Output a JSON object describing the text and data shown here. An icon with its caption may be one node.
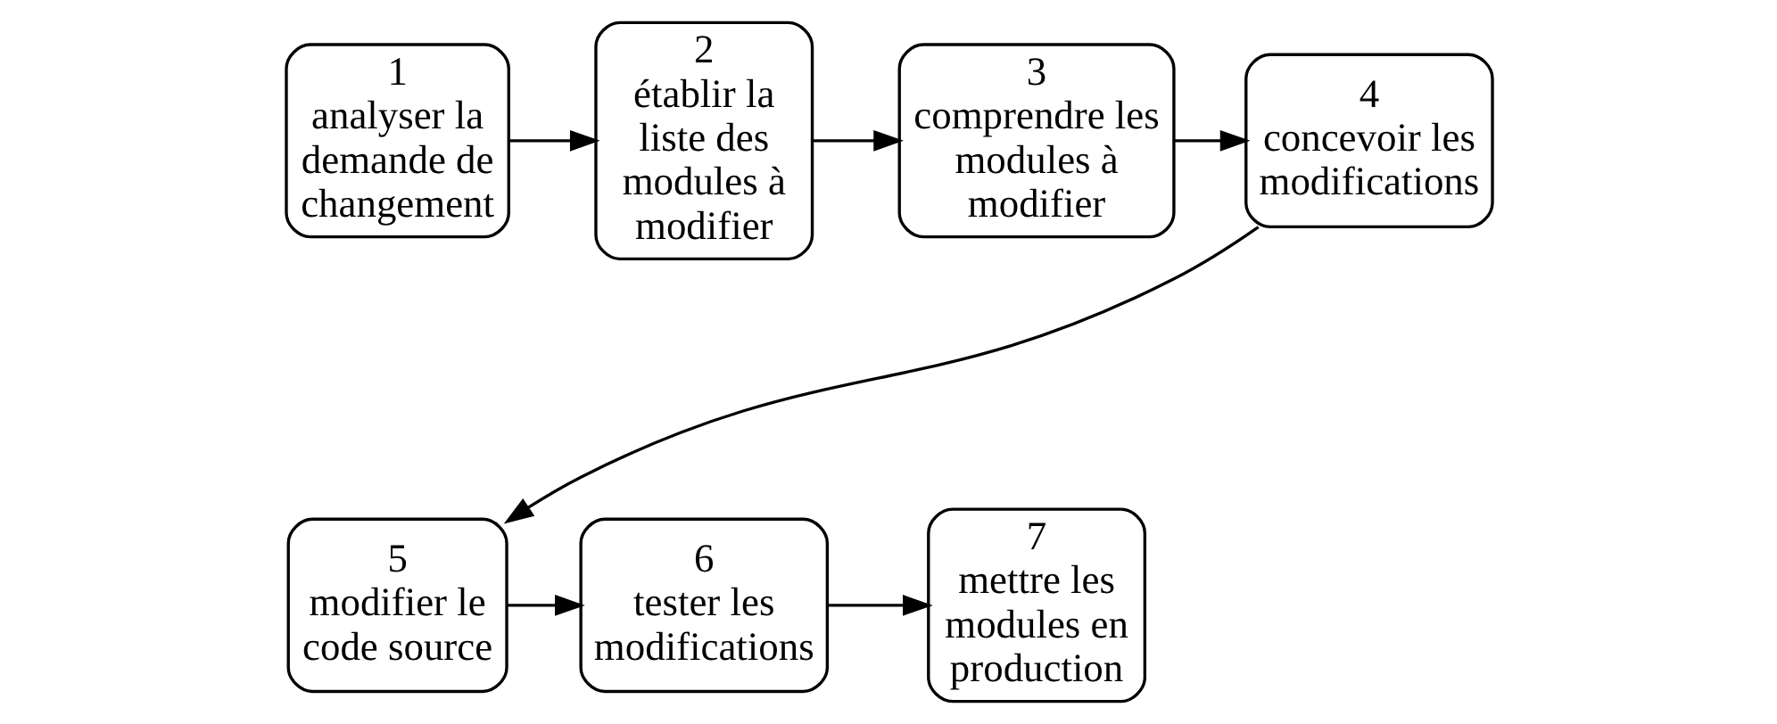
{
  "diagram": {
    "nodes": [
      {
        "text": [
          "1",
          "analyser la demande de changement"
        ]
      },
      {
        "text": [
          "2",
          "établir la liste des modules à modifier"
        ]
      },
      {
        "text": [
          "3",
          "comprendre les modules à modifier"
        ]
      },
      {
        "text": [
          "4",
          "concevoir les modifications"
        ]
      },
      {
        "text": [
          "5",
          "modifier le code source"
        ]
      },
      {
        "text": [
          "6",
          "tester les modifications"
        ]
      },
      {
        "text": [
          "7",
          "mettre les modules en production"
        ]
      }
    ],
    "edges": [
      {
        "from": 0,
        "to": 1,
        "arrow": "to"
      },
      {
        "from": 1,
        "to": 2,
        "arrow": "to"
      },
      {
        "from": 2,
        "to": 3,
        "arrow": "to"
      },
      {
        "from": 3,
        "to": 4,
        "arrow": "to"
      },
      {
        "from": 4,
        "to": 5,
        "arrow": "to"
      },
      {
        "from": 5,
        "to": 6,
        "arrow": "to"
      }
    ]
  }
}
